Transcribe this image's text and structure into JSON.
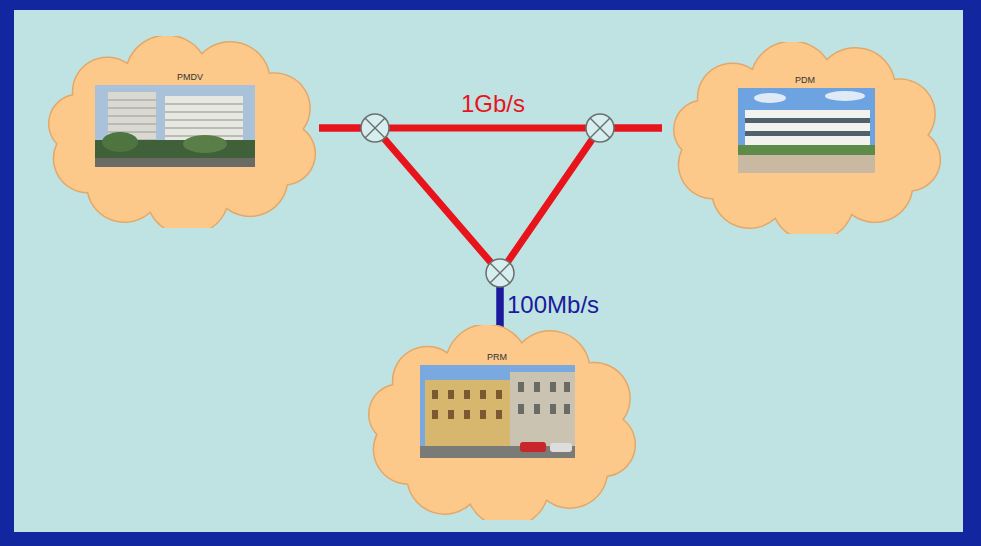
{
  "diagram": {
    "nodes": [
      {
        "text": [
          "PMDV"
        ]
      },
      {
        "text": [
          "PDM"
        ]
      },
      {
        "text": [
          "PRM"
        ]
      }
    ],
    "edges": [
      {
        "from": 0,
        "to": 1,
        "arrow": "none",
        "label": "1Gb/s"
      },
      {
        "from": 0,
        "to": 2,
        "arrow": "none"
      },
      {
        "from": 1,
        "to": 2,
        "arrow": "none"
      }
    ],
    "labels": [
      "100Mb/s"
    ]
  }
}
